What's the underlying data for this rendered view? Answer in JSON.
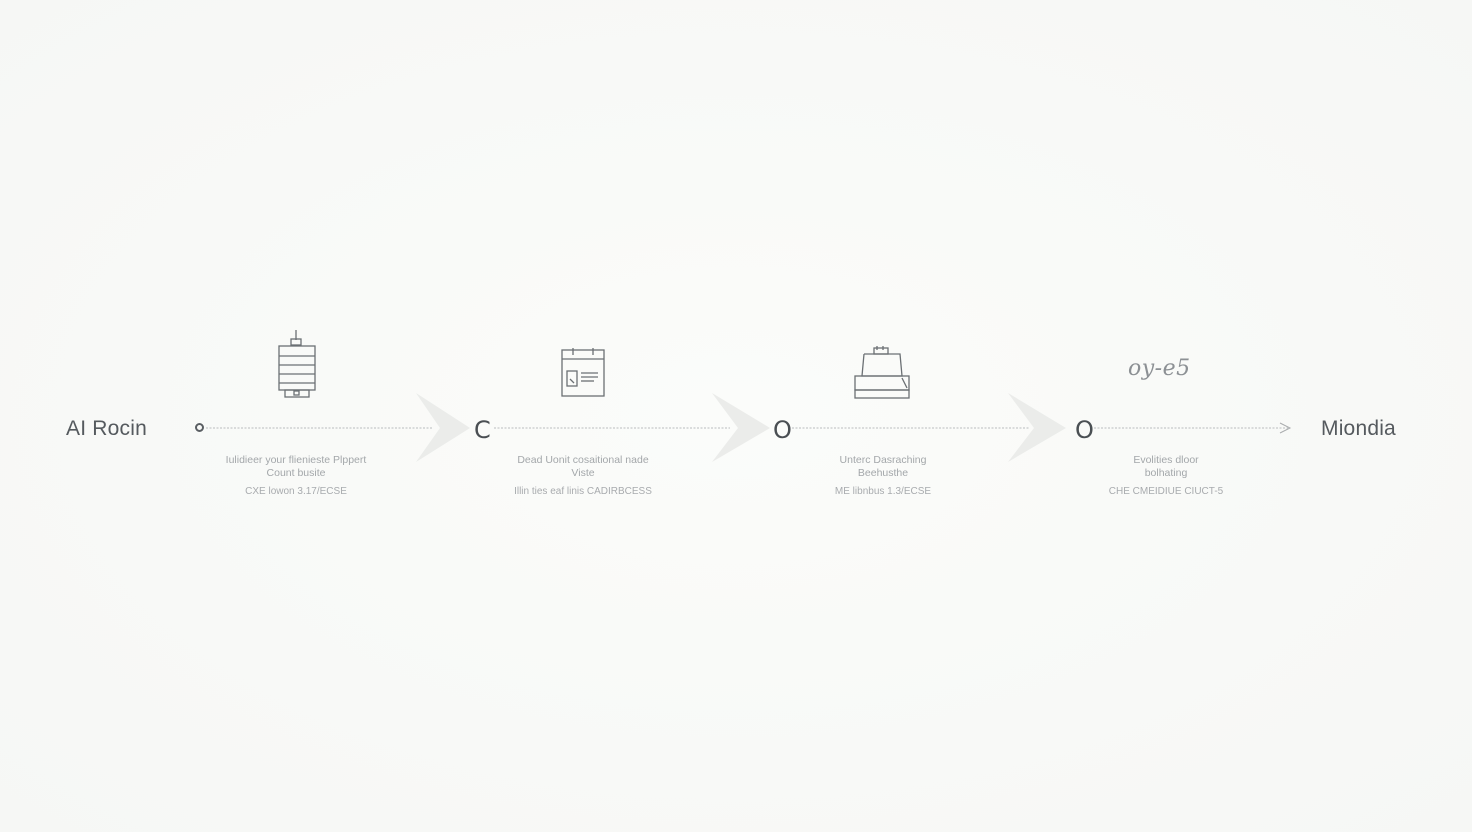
{
  "diagram": {
    "start_label": "AI Rocin",
    "end_label": "Miondia",
    "nodes": [
      {
        "letter": "",
        "icon": "server-rack-icon",
        "line1": "Iulidieer your flienieste Plppert",
        "line2": "Count busite",
        "line3": "CXE lowon 3.17/ECSE"
      },
      {
        "letter": "C",
        "icon": "document-board-icon",
        "line1": "Dead Uonit cosaitional nade",
        "line2": "Viste",
        "line3": "Illin ties eaf linis CADIRBCESS"
      },
      {
        "letter": "O",
        "icon": "cargo-box-icon",
        "line1": "Unterc Dasraching",
        "line2": "Beehusthe",
        "line3": "ME libnbus 1.3/ECSE"
      },
      {
        "letter": "O",
        "icon": "handwritten-mark",
        "handwritten": "oy-e5",
        "line1": "Evolities dloor",
        "line2": "bolhating",
        "line3": "CHE CMEIDIUE CIUCT-5"
      }
    ],
    "colors": {
      "background": "#f8f9f7",
      "line": "#b9bcbe",
      "chevron": "#e9eae8",
      "text_main": "#555a5e",
      "text_faint": "#a3a7aa"
    }
  }
}
